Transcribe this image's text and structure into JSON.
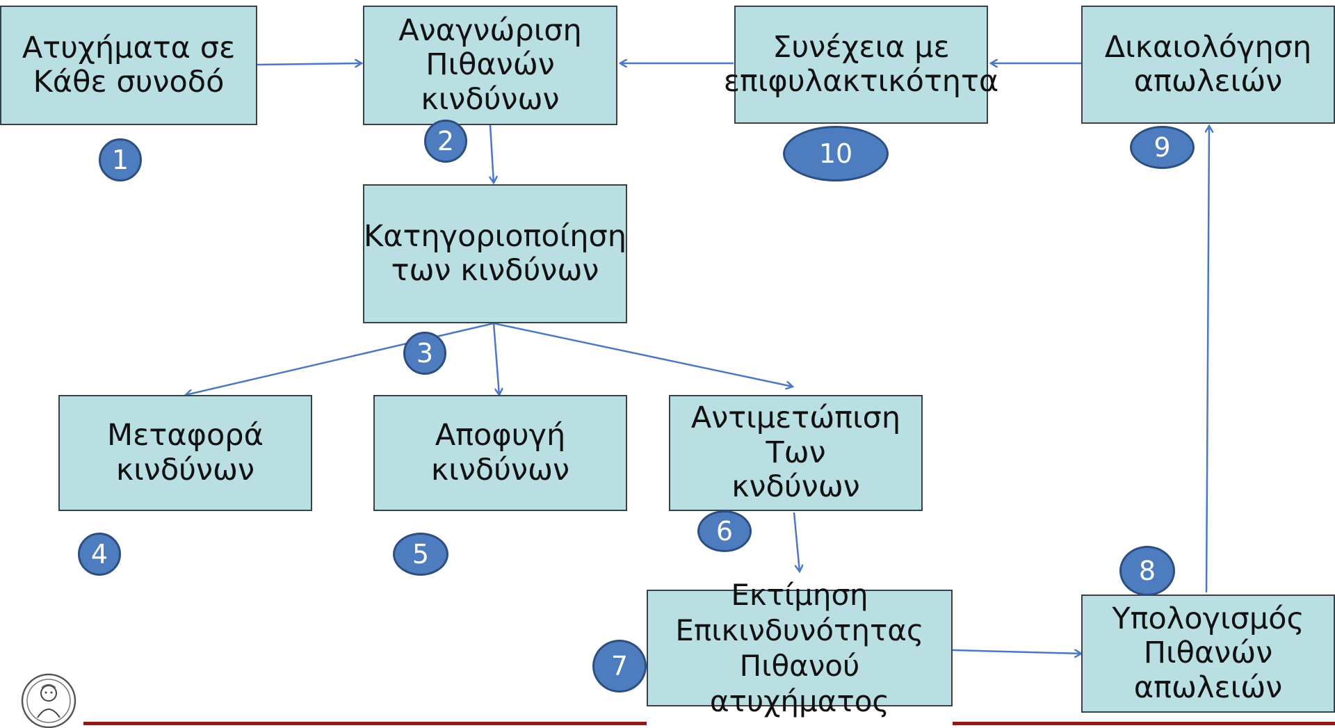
{
  "nodes": {
    "n1": "Ατυχήματα σε\nΚάθε συνοδό",
    "n2": "Αναγνώριση\nΠιθανών\nκινδύνων",
    "n3": "Κατηγοριοποίηση\nτων κινδύνων",
    "n4": "Μεταφορά\nκινδύνων",
    "n5": "Αποφυγή\nκινδύνων",
    "n6": "Αντιμετώπιση\nΤων\nκνδύνων",
    "n7": "Εκτίμηση\nΕπικινδυνότητας\nΠιθανού\nατυχήματος",
    "n8": "Υπολογισμός\nΠιθανών\nαπωλειών",
    "n9": "Δικαιολόγηση\nαπωλειών",
    "n10": "Συνέχεια με\nεπιφυλακτικότητα"
  },
  "badges": {
    "b1": "1",
    "b2": "2",
    "b3": "3",
    "b4": "4",
    "b5": "5",
    "b6": "6",
    "b7": "7",
    "b8": "8",
    "b9": "9",
    "b10": "10"
  },
  "colors": {
    "box_fill": "#b9dfe3",
    "box_border": "#3a4048",
    "badge_fill": "#4e7dbf",
    "arrow": "#4a78c2",
    "footer_line": "#8b1a1a"
  },
  "logo_icon": "university-seal-icon"
}
